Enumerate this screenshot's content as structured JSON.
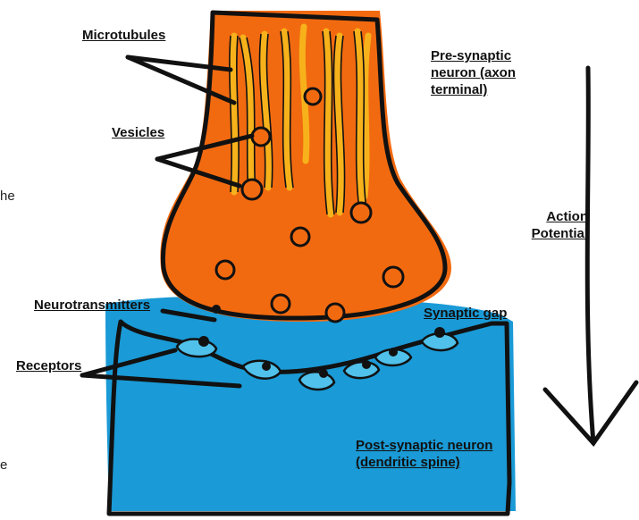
{
  "labels": {
    "microtubules": "Microtubules",
    "vesicles": "Vesicles",
    "presynaptic": "Pre-synaptic neuron (axon terminal)",
    "action_potential": "Action Potential",
    "neurotransmitters": "Neurotransmitters",
    "synaptic_gap": "Synaptic gap",
    "receptors": "Receptors",
    "postsynaptic": "Post-synaptic neuron (dendritic spine)"
  },
  "edge_fragments": {
    "top": "he",
    "bottom": "e"
  },
  "colors": {
    "presynaptic_fill": "#f26a10",
    "microtubule_fill": "#f7b21b",
    "postsynaptic_fill": "#1a9ad6",
    "receptor_fill": "#4fc1ea",
    "outline": "#111111"
  }
}
